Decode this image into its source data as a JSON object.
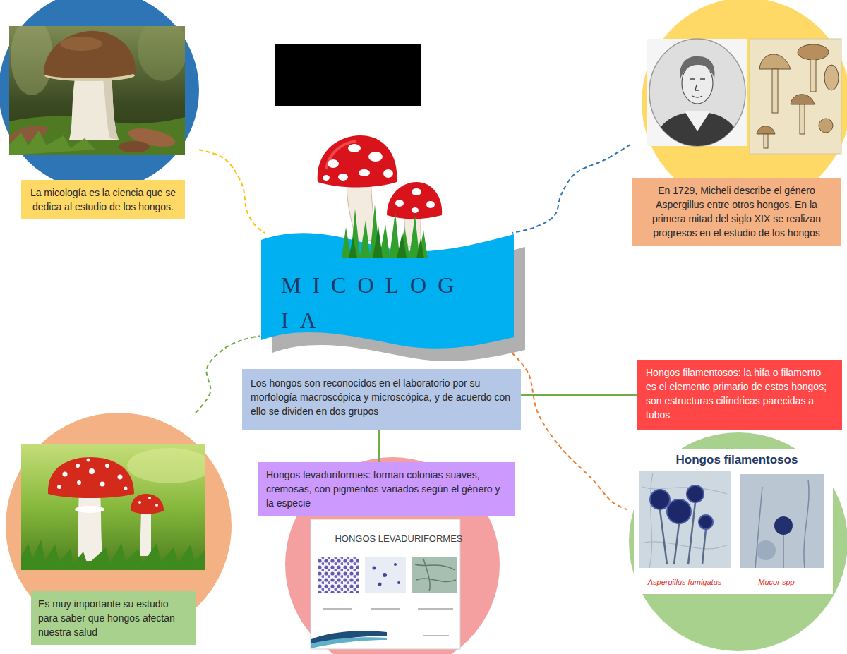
{
  "diagram": {
    "nodes": [
      {
        "text": [
          "La micología es la ciencia que se dedica al estudio de los hongos."
        ]
      },
      {
        "text": [
          "En 1729, Micheli describe el género Aspergillus entre otros hongos. En la primera mitad del siglo XIX se realizan progresos en el estudio de los hongos"
        ]
      },
      {
        "text": [
          "MICOLOG IA"
        ]
      },
      {
        "text": [
          "Los hongos son reconocidos en el laboratorio por su morfología macroscópica y microscópica, y de acuerdo con ello se dividen en dos grupos"
        ]
      },
      {
        "text": [
          "Hongos filamentosos: la hifa o filamento es el elemento primario de estos hongos; son estructuras cilíndricas parecidas a tubos"
        ]
      },
      {
        "text": [
          "Hongos levaduriformes: forman colonias suaves, cremosas, con pigmentos variados según el género y la especie"
        ]
      },
      {
        "text": [
          "Es muy importante su estudio para saber que hongos afectan nuestra salud"
        ]
      },
      {
        "text": [
          "HONGOS LEVADURIFORMES"
        ]
      },
      {
        "text": [
          "Hongos filamentosos",
          "Aspergillus fumigatus",
          "Mucor spp"
        ]
      }
    ],
    "edges": [
      {
        "from": 0,
        "to": 2,
        "arrow": "none"
      },
      {
        "from": 1,
        "to": 2,
        "arrow": "none"
      },
      {
        "from": 6,
        "to": 2,
        "arrow": "none"
      },
      {
        "from": 2,
        "to": 8,
        "arrow": "none"
      },
      {
        "from": 3,
        "to": 4,
        "arrow": "none"
      },
      {
        "from": 3,
        "to": 5,
        "arrow": "none"
      }
    ]
  }
}
